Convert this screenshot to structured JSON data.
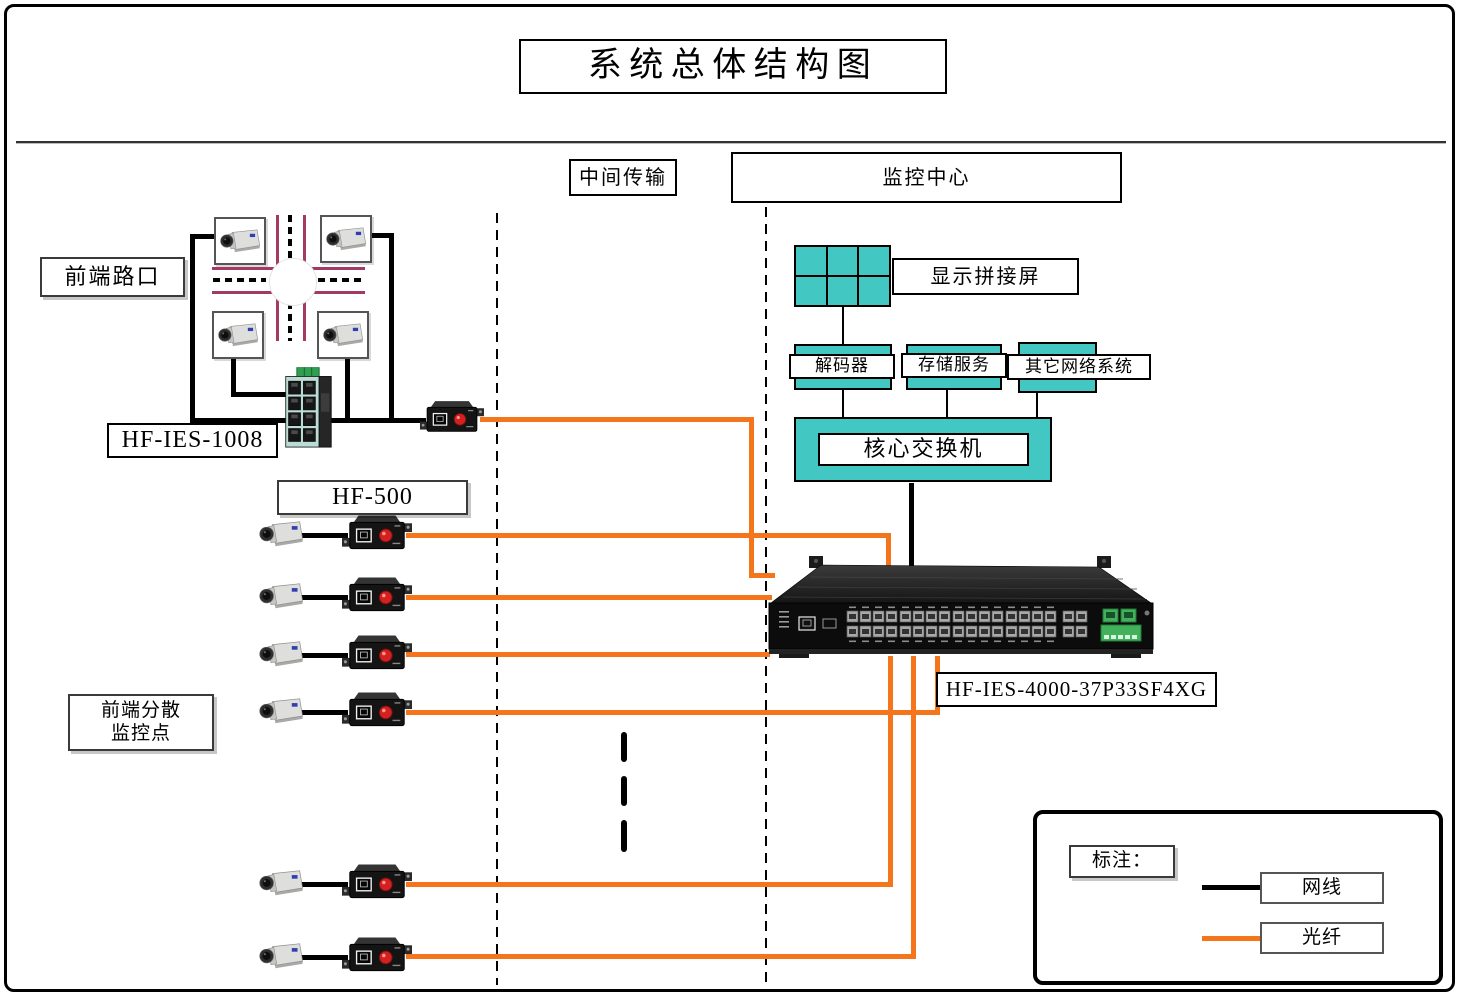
{
  "title": "系统总体结构图",
  "zones": {
    "front_road": "前端路口",
    "middle_transmission": "中间传输",
    "monitoring_center": "监控中心",
    "front_scatter_line1": "前端分散",
    "front_scatter_line2": "监控点"
  },
  "devices": {
    "front_switch_model": "HF-IES-1008",
    "fiber_converter_model": "HF-500",
    "backbone_switch_model": "HF-IES-4000-37P33SF4XG",
    "video_wall": "显示拼接屏",
    "decoder": "解码器",
    "storage": "存储服务",
    "other_network": "其它网络系统",
    "core_switch": "核心交换机"
  },
  "legend": {
    "title": "标注：",
    "items": [
      {
        "label": "网线",
        "color": "#000000"
      },
      {
        "label": "光纤",
        "color": "#f4751c"
      }
    ]
  },
  "colors": {
    "teal": "#43c7c3",
    "orange": "#f4751c",
    "road": "#a33a64",
    "mint_switch": "#b9ddd5"
  }
}
